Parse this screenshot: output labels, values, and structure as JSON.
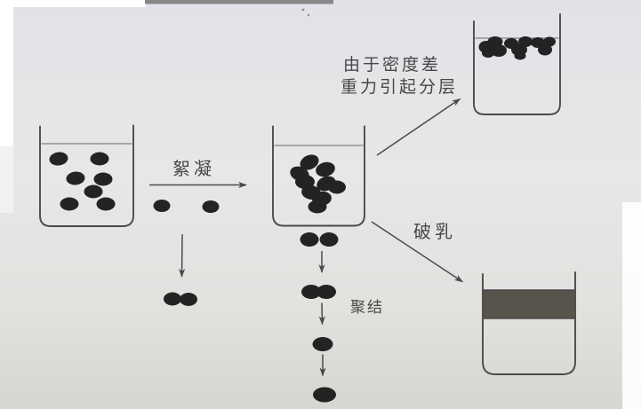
{
  "diagram": {
    "labels": {
      "flocculation": "絮凝",
      "stratification_line1": "由于密度差",
      "stratification_line2": "重力引起分层",
      "demulsification": "破乳",
      "coalescence": "聚结"
    },
    "colors": {
      "paper": "#e4e2e6",
      "paper_bottom": "#d7d6d3",
      "ink": "#4a4a4a",
      "text": "#474747",
      "droplet": "#232323",
      "oil_band": "#57544b",
      "page_white": "#ffffff",
      "photo_edge": "#787878"
    }
  }
}
